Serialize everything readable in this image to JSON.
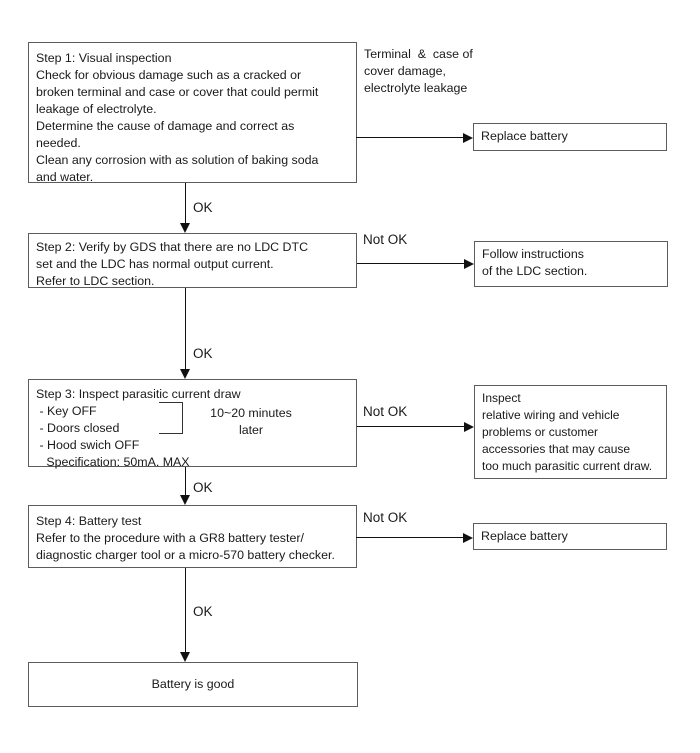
{
  "colors": {
    "background": "#ffffff",
    "box_border": "#5c5c5c",
    "arrow": "#111111",
    "text": "#1a1a1a"
  },
  "nodes": {
    "step1": "Step 1: Visual inspection\nCheck for obvious damage such as a cracked or\nbroken terminal and case or cover that could permit\nleakage of electrolyte.\nDetermine the cause of damage and correct as\nneeded.\nClean any corrosion with as solution of baking soda\nand water.",
    "step2": "Step 2: Verify by GDS that there are no LDC DTC\nset and the LDC has normal output current.\nRefer to LDC section.",
    "step3": "Step 3: Inspect parasitic current draw\n - Key OFF\n - Doors closed\n - Hood swich OFF\n   Specification: 50mA. MAX",
    "step3_note": "10~20 minutes\nlater",
    "step4": "Step 4: Battery test\nRefer to the procedure with a GR8 battery tester/\ndiagnostic charger tool or a micro-570 battery checker.",
    "result": "Battery is good",
    "replace_battery_1": "Replace battery",
    "follow_instructions": "Follow instructions\nof the LDC section.",
    "inspect_wiring": "Inspect\nrelative wiring and vehicle\nproblems or customer\naccessories that may cause\ntoo much parasitic current draw.",
    "replace_battery_2": "Replace battery"
  },
  "labels": {
    "annotation": "Terminal  &  case of\ncover damage,\nelectrolyte leakage",
    "ok_1": "OK",
    "ok_2": "OK",
    "ok_3": "OK",
    "ok_4": "OK",
    "not_ok_2": "Not OK",
    "not_ok_3": "Not OK",
    "not_ok_4": "Not OK"
  }
}
